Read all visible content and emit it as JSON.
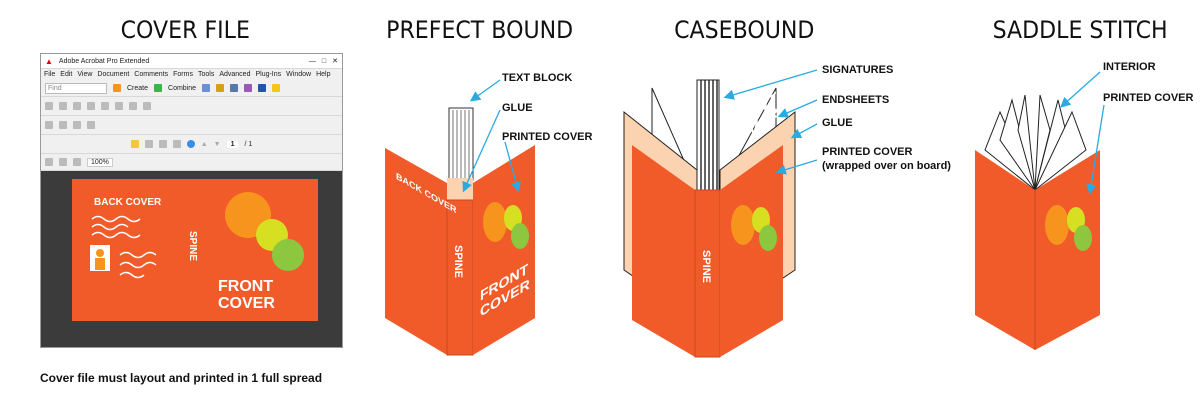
{
  "titles": {
    "cover_file": "COVER FILE",
    "perfect_bound": "PREFECT BOUND",
    "casebound": "CASEBOUND",
    "saddle_stitch": "SADDLE STITCH"
  },
  "acrobat": {
    "window_title": "Adobe Acrobat Pro Extended",
    "menu": [
      "File",
      "Edit",
      "View",
      "Document",
      "Comments",
      "Forms",
      "Tools",
      "Advanced",
      "Plug-Ins",
      "Window",
      "Help"
    ],
    "find_placeholder": "Find",
    "create_label": "Create",
    "combine_label": "Combine",
    "page_current": "1",
    "page_total": "/ 1",
    "zoom": "100%"
  },
  "cover_labels": {
    "back": "BACK COVER",
    "spine": "SPINE",
    "front_line1": "FRONT",
    "front_line2": "COVER"
  },
  "caption": "Cover file must layout and printed in 1 full spread",
  "perfect_bound_labels": {
    "text_block": "TEXT BLOCK",
    "glue": "GLUE",
    "printed_cover": "PRINTED COVER"
  },
  "casebound_labels": {
    "signatures": "SIGNATURES",
    "endsheets": "ENDSHEETS",
    "glue": "GLUE",
    "printed_cover": "PRINTED COVER",
    "printed_cover_note": "(wrapped over on board)"
  },
  "saddle_stitch_labels": {
    "interior": "INTERIOR",
    "printed_cover": "PRINTED COVER"
  },
  "colors": {
    "cover": "#f15a29",
    "glue": "#fbd3b0",
    "circle_orange": "#f7941d",
    "circle_yellow": "#d7df23",
    "circle_green": "#8dc63f",
    "arrow": "#29abe2"
  }
}
